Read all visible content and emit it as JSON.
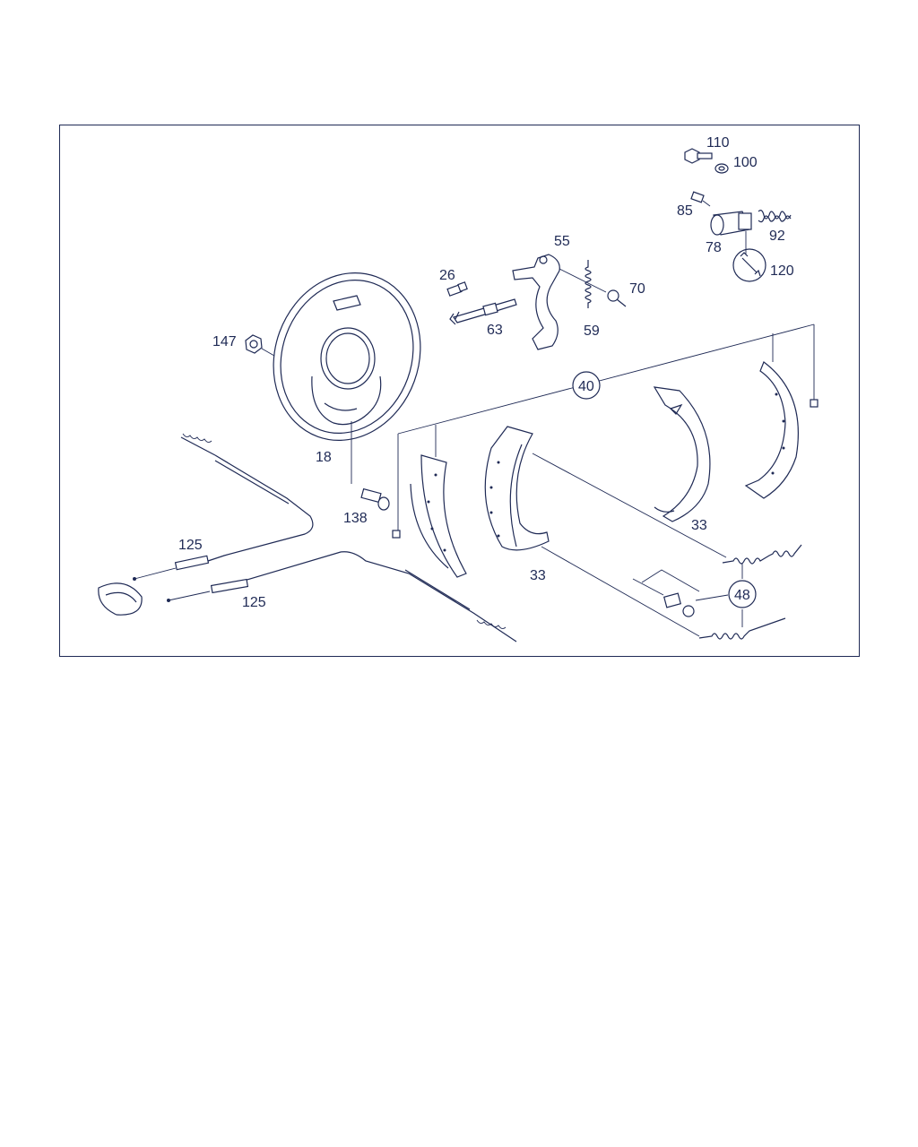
{
  "diagram": {
    "labels": {
      "l110": "110",
      "l100": "100",
      "l85": "85",
      "l92": "92",
      "l78": "78",
      "l120": "120",
      "l55": "55",
      "l26": "26",
      "l70": "70",
      "l63": "63",
      "l59": "59",
      "l147": "147",
      "l40": "40",
      "l18": "18",
      "l138": "138",
      "l33a": "33",
      "l33b": "33",
      "l125a": "125",
      "l125b": "125",
      "l48": "48"
    }
  }
}
